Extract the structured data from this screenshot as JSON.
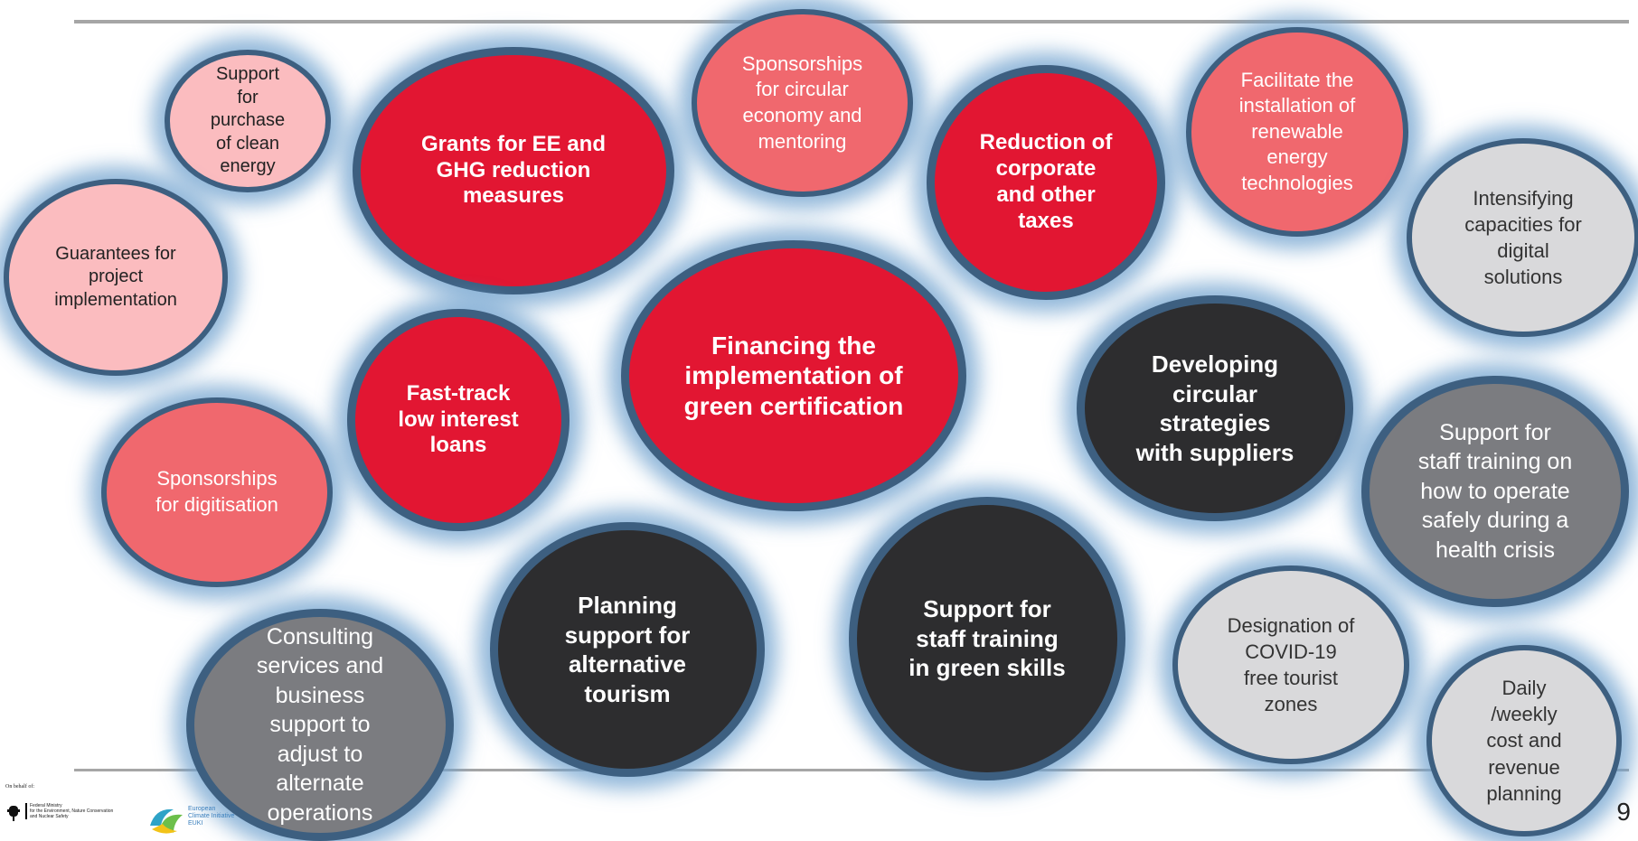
{
  "bubbles": {
    "support_clean_energy": "Support\nfor\npurchase\nof clean\nenergy",
    "guarantees": "Guarantees for\nproject\nimplementation",
    "grants_ee": "Grants for EE and\nGHG reduction\nmeasures",
    "sponsorships_circular": "Sponsorships\nfor circular\neconomy and\nmentoring",
    "reduction_taxes": "Reduction of\ncorporate\nand other\ntaxes",
    "facilitate_renewable": "Facilitate the\ninstallation of\nrenewable\nenergy\ntechnologies",
    "intensifying_digital": "Intensifying\ncapacities for\ndigital\nsolutions",
    "financing_certification": "Financing the\nimplementation of\ngreen certification",
    "fast_track_loans": "Fast-track\nlow interest\nloans",
    "developing_circular": "Developing\ncircular\nstrategies\nwith suppliers",
    "sponsorships_digitisation": "Sponsorships\nfor digitisation",
    "support_health_crisis": "Support for\nstaff training on\nhow to operate\nsafely during a\nhealth crisis",
    "planning_tourism": "Planning\nsupport for\nalternative\ntourism",
    "support_green_skills": "Support for\nstaff training\nin green skills",
    "designation_covid": "Designation of\nCOVID-19\nfree tourist\nzones",
    "consulting_services": "Consulting\nservices and\nbusiness\nsupport to\nadjust to\nalternate\noperations",
    "daily_weekly": "Daily\n/weekly\ncost and\nrevenue\nplanning"
  },
  "footer": {
    "on_behalf": "On behalf of:",
    "ministry": "Federal Ministry\nfor the Environment, Nature Conservation\nand Nuclear Safety",
    "euki": "European\nClimate Initiative\nEUKI",
    "page_number": "9"
  },
  "colors": {
    "pink": "#fbbcbf",
    "salmon": "#f0686e",
    "red": "#e21632",
    "black": "#2d2d2f",
    "gray": "#7b7c80",
    "light_gray": "#d9d9db",
    "border_blue": "#3d5f80"
  }
}
